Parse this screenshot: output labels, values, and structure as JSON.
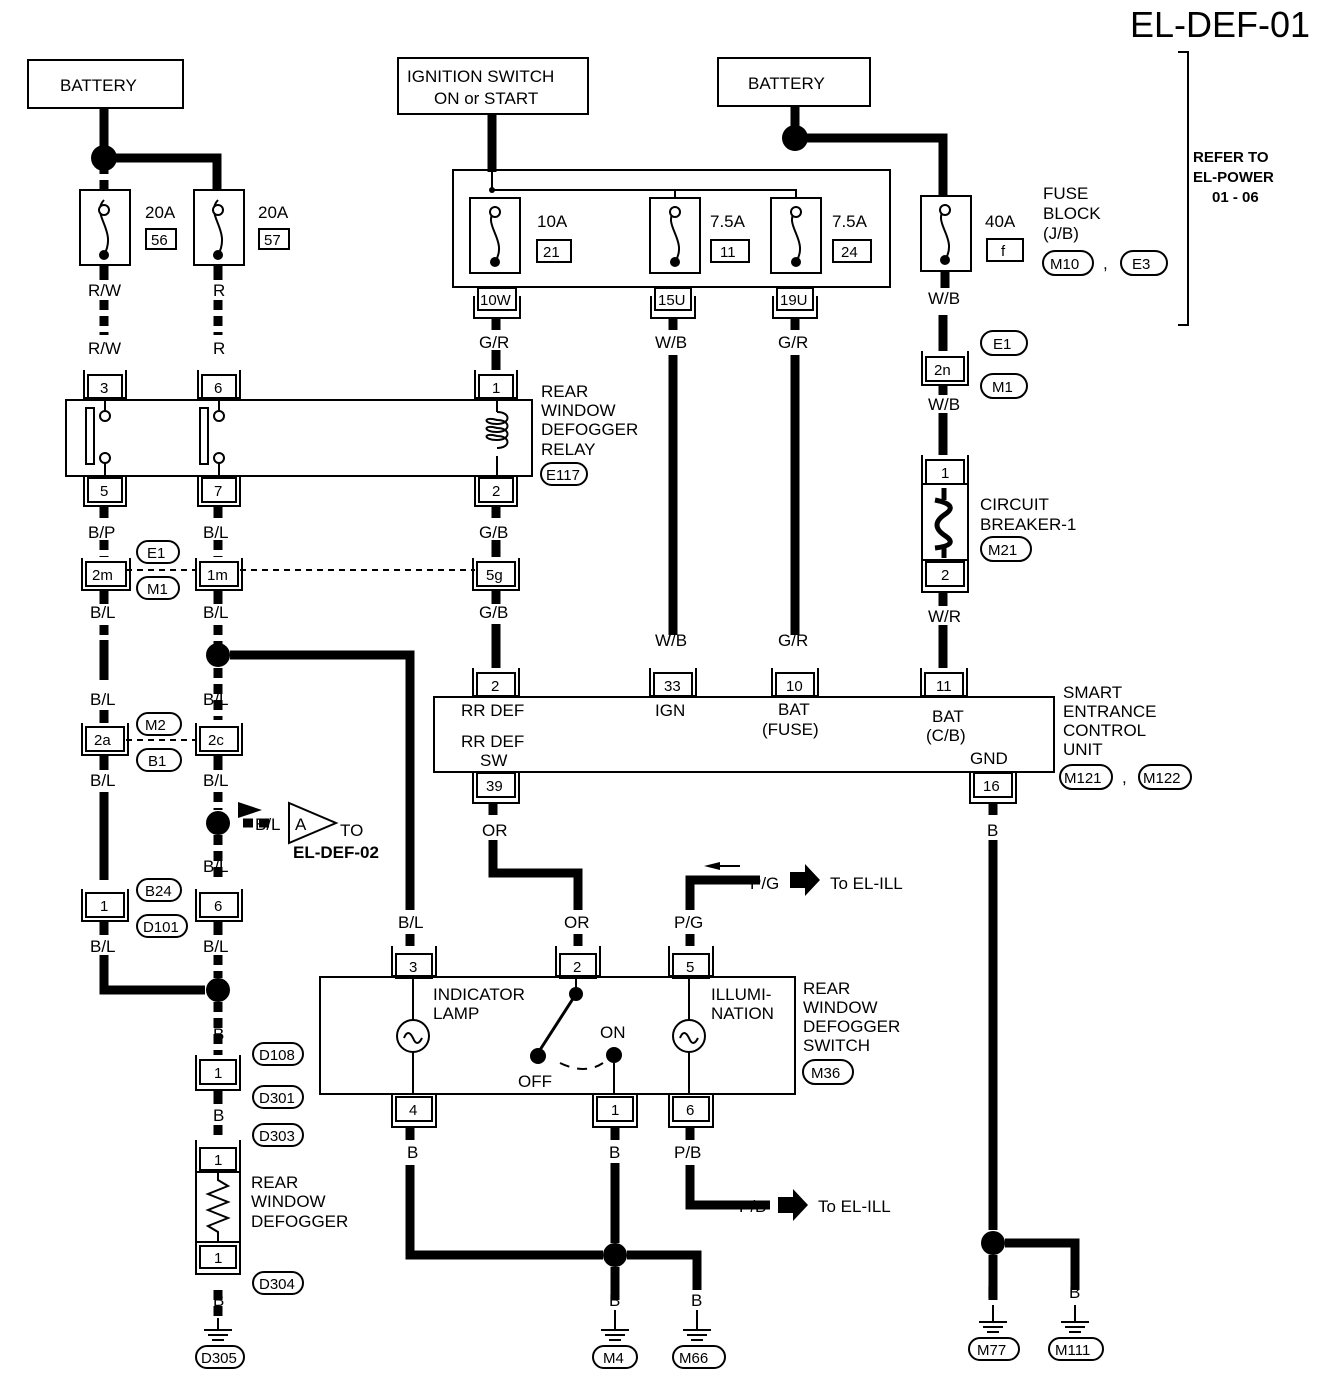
{
  "diagram_id": "EL-DEF-01",
  "refer_to": [
    "REFER TO",
    "EL-POWER",
    "01 - 06"
  ],
  "power_sources": {
    "battery_left": "BATTERY",
    "ignition": [
      "IGNITION SWITCH",
      "ON or START"
    ],
    "battery_right": "BATTERY"
  },
  "fuses": {
    "f56": {
      "amp": "20A",
      "num": "56"
    },
    "f57": {
      "amp": "20A",
      "num": "57"
    },
    "f21": {
      "amp": "10A",
      "num": "21"
    },
    "f11": {
      "amp": "7.5A",
      "num": "11"
    },
    "f24": {
      "amp": "7.5A",
      "num": "24"
    },
    "ff": {
      "amp": "40A",
      "num": "f"
    }
  },
  "fuse_block": {
    "label": [
      "FUSE",
      "BLOCK",
      "(J/B)"
    ],
    "conn_a": "M10",
    "sep": ",",
    "conn_b": "E3"
  },
  "fuse_terminals": {
    "t10w": "10W",
    "t15u": "15U",
    "t19u": "19U"
  },
  "wires": {
    "rw": "R/W",
    "r": "R",
    "gr": "G/R",
    "wb": "W/B",
    "bp": "B/P",
    "bl": "B/L",
    "gb": "G/B",
    "wr": "W/R",
    "or": "OR",
    "pg": "P/G",
    "pb": "P/B",
    "b": "B"
  },
  "relay": {
    "label": [
      "REAR",
      "WINDOW",
      "DEFOGGER",
      "RELAY"
    ],
    "conn": "E117",
    "pins": {
      "p3": "3",
      "p6": "6",
      "p1": "1",
      "p5": "5",
      "p7": "7",
      "p2": "2"
    }
  },
  "joints": {
    "j2m": "2m",
    "j1m": "1m",
    "j5g": "5g",
    "j2a": "2a",
    "j2c": "2c",
    "j2n": "2n",
    "jE1a": "E1",
    "jM1a": "M1",
    "jM2": "M2",
    "jB1": "B1",
    "jE1b": "E1",
    "jM1b": "M1",
    "jB24": "B24",
    "jD101": "D101",
    "p1": "1",
    "p6": "6"
  },
  "circuit_breaker": {
    "label": [
      "CIRCUIT",
      "BREAKER-1"
    ],
    "conn": "M21",
    "p1": "1",
    "p2": "2"
  },
  "secu": {
    "label": [
      "SMART",
      "ENTRANCE",
      "CONTROL",
      "UNIT"
    ],
    "conn_a": "M121",
    "sep": ",",
    "conn_b": "M122",
    "pins": {
      "p2": "2",
      "p33": "33",
      "p10": "10",
      "p11": "11",
      "p39": "39",
      "p16": "16"
    },
    "terminals": {
      "rrdef": "RR DEF",
      "ign": "IGN",
      "bat": "BAT",
      "fuse": "(FUSE)",
      "batcb": "BAT",
      "cb": "(C/B)",
      "rrdefsw1": "RR DEF",
      "rrdefsw2": "SW",
      "gnd": "GND"
    }
  },
  "offpage": {
    "letter": "A",
    "to": "TO",
    "ref": "EL-DEF-02",
    "ill_top": "To EL-ILL",
    "ill_bottom": "To EL-ILL"
  },
  "switch": {
    "label": [
      "REAR",
      "WINDOW",
      "DEFOGGER",
      "SWITCH"
    ],
    "conn": "M36",
    "indicator": [
      "INDICATOR",
      "LAMP"
    ],
    "illumination": [
      "ILLUMI-",
      "NATION"
    ],
    "on": "ON",
    "off": "OFF",
    "pins": {
      "p3": "3",
      "p2": "2",
      "p5": "5",
      "p4": "4",
      "p1": "1",
      "p6": "6"
    }
  },
  "defogger": {
    "label": [
      "REAR",
      "WINDOW",
      "DEFOGGER"
    ],
    "p1a": "1",
    "p1b": "1",
    "p1c": "1",
    "d108": "D108",
    "d301": "D301",
    "d303": "D303",
    "d304": "D304"
  },
  "grounds": {
    "d305": "D305",
    "m4": "M4",
    "m66": "M66",
    "m77": "M77",
    "m111": "M111"
  }
}
